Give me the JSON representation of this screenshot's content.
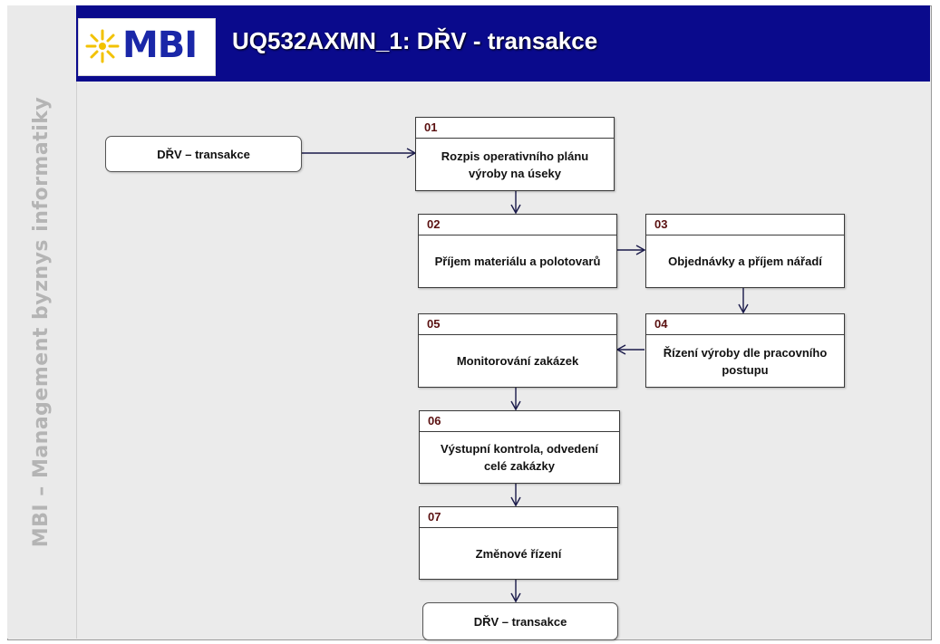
{
  "header": {
    "logo_text": "MBI",
    "title": "UQ532AXMN_1: DŘV - transakce",
    "background_color": "#0a0a8c",
    "logo_color": "#1a27a8"
  },
  "sidebar": {
    "text": "MBI – Management byznys informatiky"
  },
  "diagram": {
    "start": "DŘV – transakce",
    "end": "DŘV – transakce",
    "steps": [
      {
        "number": "01",
        "label": "Rozpis operativního plánu výroby na úseky"
      },
      {
        "number": "02",
        "label": "Příjem materiálu a polotovarů"
      },
      {
        "number": "03",
        "label": "Objednávky a příjem nářadí"
      },
      {
        "number": "04",
        "label": "Řízení výroby dle pracovního postupu"
      },
      {
        "number": "05",
        "label": "Monitorování zakázek"
      },
      {
        "number": "06",
        "label": "Výstupní  kontrola, odvedení celé zakázky"
      },
      {
        "number": "07",
        "label": "Změnové řízení"
      }
    ],
    "flow": [
      [
        "start",
        "01"
      ],
      [
        "01",
        "02"
      ],
      [
        "02",
        "03"
      ],
      [
        "03",
        "04"
      ],
      [
        "04",
        "05"
      ],
      [
        "05",
        "06"
      ],
      [
        "06",
        "07"
      ],
      [
        "07",
        "end"
      ]
    ]
  }
}
